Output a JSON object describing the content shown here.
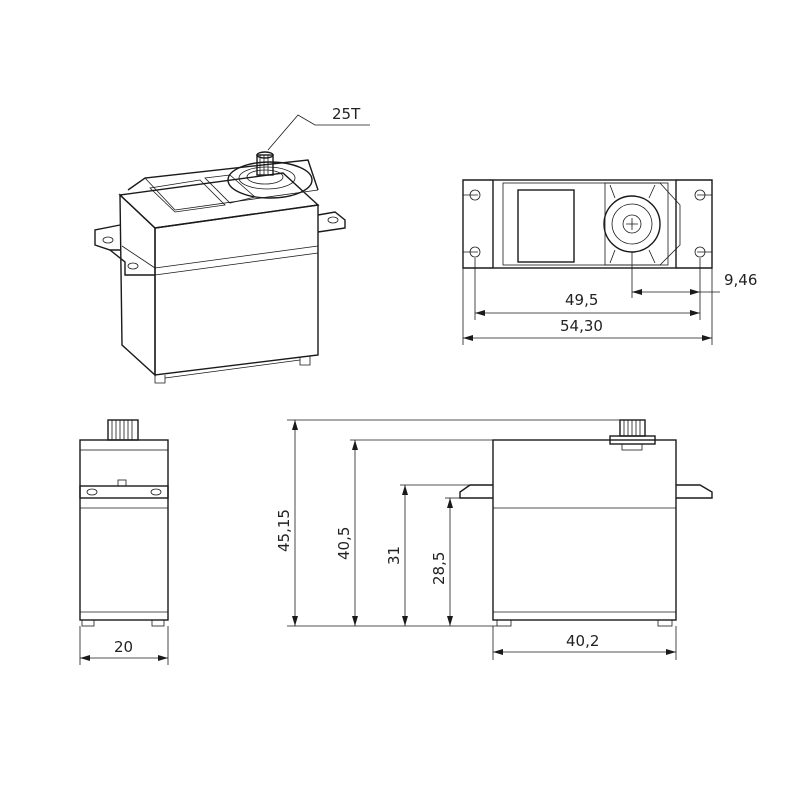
{
  "labels": {
    "spline": "25T",
    "top_mount_spacing": "49,5",
    "top_shaft_offset": "9,46",
    "top_total_length": "54,30",
    "front_width": "20",
    "side_total_height": "45,15",
    "side_body_height": "40,5",
    "side_ear_height": "31",
    "side_ear_bottom": "28,5",
    "side_body_length": "40,2"
  }
}
